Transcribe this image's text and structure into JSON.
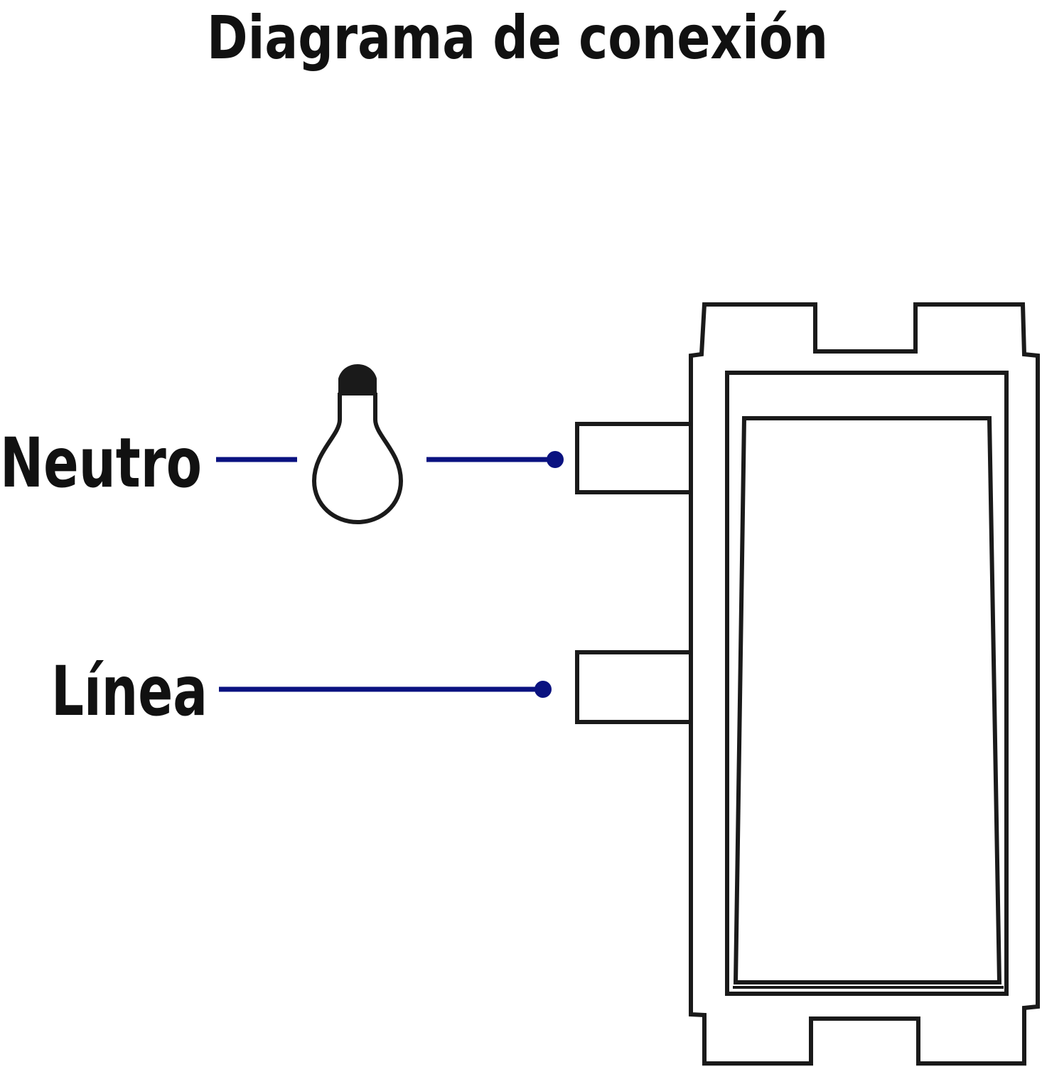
{
  "title": "Diagrama de conexión",
  "labels": {
    "neutral": "Neutro",
    "line": "Línea"
  },
  "icons": {
    "bulb": "light-bulb-icon",
    "switch": "wall-switch-icon"
  },
  "colors": {
    "wire": "#0a1280",
    "outline": "#1a1a1a",
    "text": "#111111",
    "background": "#ffffff"
  }
}
